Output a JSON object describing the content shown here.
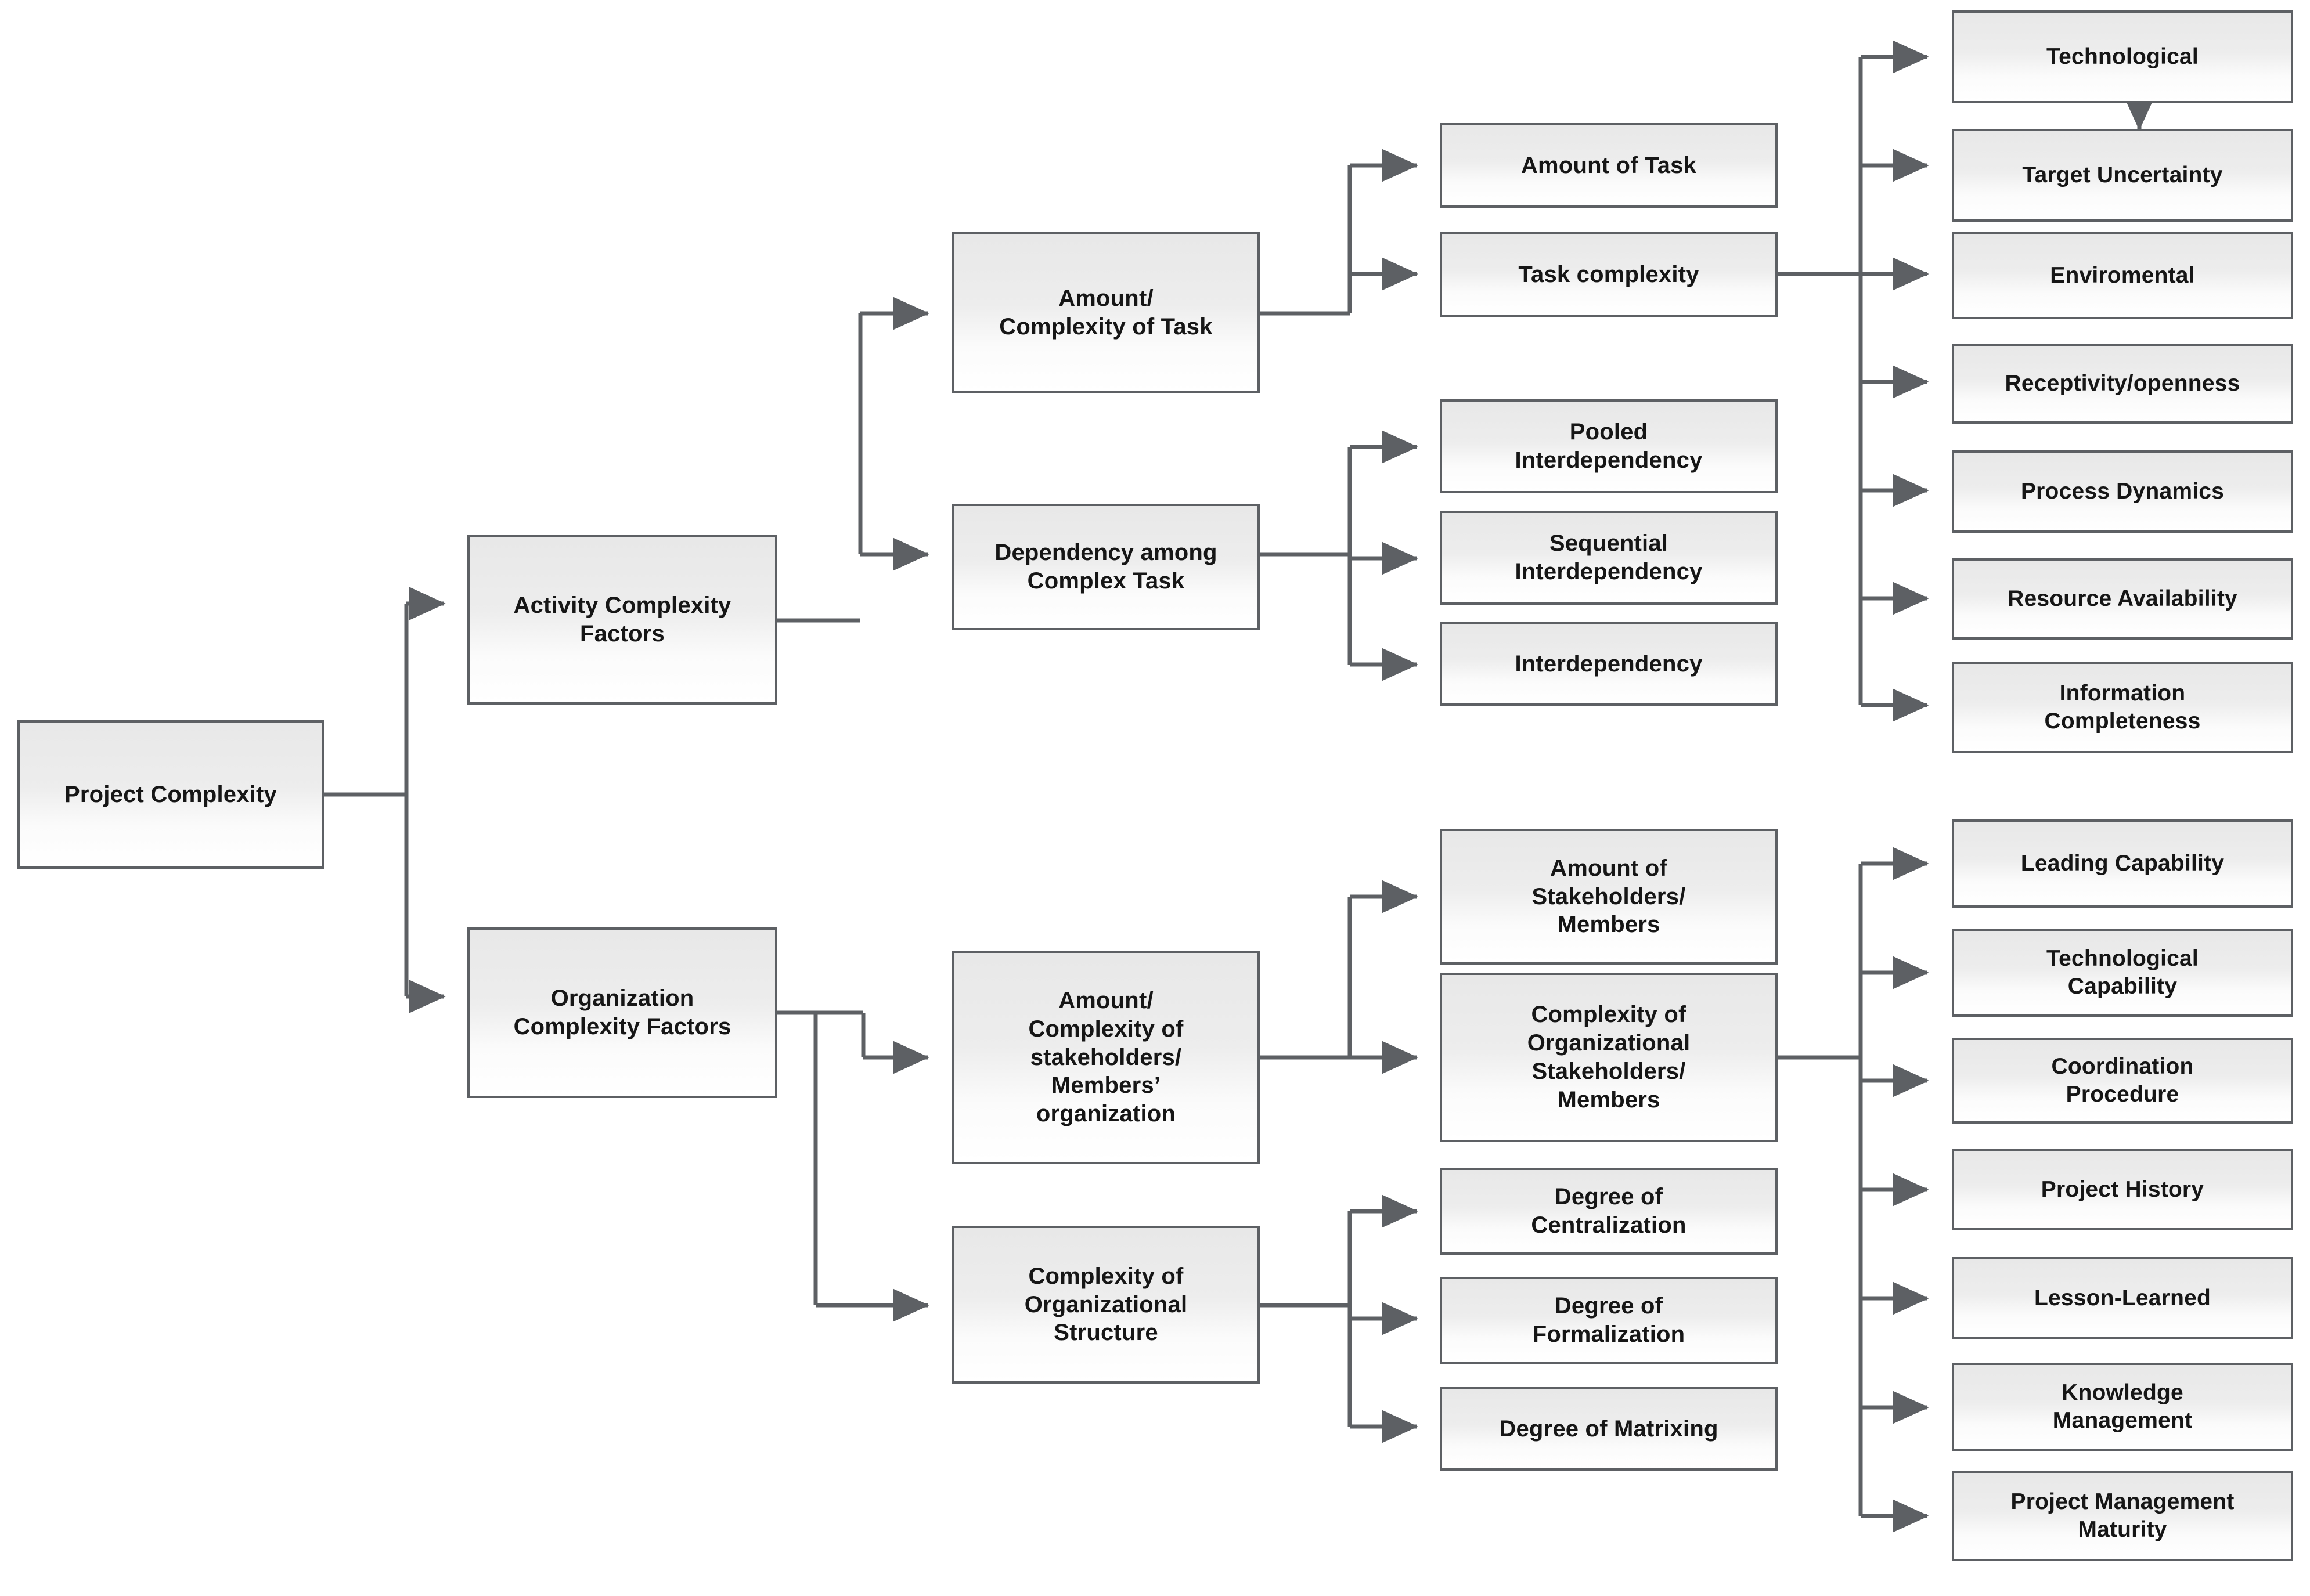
{
  "diagram": {
    "title": "Project Complexity",
    "type": "hierarchical-tree-diagram",
    "orientation": "left-to-right",
    "colors": {
      "node_border": "#5d6064",
      "node_fill_top": "#e8e8e8",
      "node_fill_bottom": "#ffffff",
      "connector": "#5d6064",
      "text": "#161616",
      "background": "#ffffff"
    }
  },
  "nodes": {
    "root": {
      "label": "Project Complexity"
    },
    "level2": [
      {
        "id": "activity",
        "label": "Activity Complexity\nFactors"
      },
      {
        "id": "organization",
        "label": "Organization\nComplexity Factors"
      }
    ],
    "level3": [
      {
        "id": "amount-task",
        "label": "Amount/\nComplexity of Task",
        "parent": "activity"
      },
      {
        "id": "dependency-task",
        "label": "Dependency among\nComplex Task",
        "parent": "activity"
      },
      {
        "id": "amount-stakeholders",
        "label": "Amount/\nComplexity of\nstakeholders/\nMembers’\norganization",
        "parent": "organization"
      },
      {
        "id": "complexity-org-structure",
        "label": "Complexity of\nOrganizational\nStructure",
        "parent": "organization"
      }
    ],
    "level4": [
      {
        "id": "amount-of-task",
        "label": "Amount of Task",
        "parent": "amount-task"
      },
      {
        "id": "task-complexity",
        "label": "Task complexity",
        "parent": "amount-task"
      },
      {
        "id": "pooled-interdependency",
        "label": "Pooled\nInterdependency",
        "parent": "dependency-task"
      },
      {
        "id": "sequential-interdependency",
        "label": "Sequential\nInterdependency",
        "parent": "dependency-task"
      },
      {
        "id": "interdependency",
        "label": "Interdependency",
        "parent": "dependency-task"
      },
      {
        "id": "amount-of-stakeholders",
        "label": "Amount of\nStakeholders/\nMembers",
        "parent": "amount-stakeholders"
      },
      {
        "id": "complexity-of-org-stakeholders",
        "label": "Complexity of\nOrganizational\nStakeholders/\nMembers",
        "parent": "amount-stakeholders"
      },
      {
        "id": "degree-centralization",
        "label": "Degree of\nCentralization",
        "parent": "complexity-org-structure"
      },
      {
        "id": "degree-formalization",
        "label": "Degree of\nFormalization",
        "parent": "complexity-org-structure"
      },
      {
        "id": "degree-matrixing",
        "label": "Degree of Matrixing",
        "parent": "complexity-org-structure"
      }
    ],
    "level5_task_complexity": [
      {
        "id": "technological",
        "label": "Technological"
      },
      {
        "id": "target-uncertainty",
        "label": "Target Uncertainty"
      },
      {
        "id": "enviromental",
        "label": "Enviromental"
      },
      {
        "id": "receptivity-openness",
        "label": "Receptivity/openness"
      },
      {
        "id": "process-dynamics",
        "label": "Process Dynamics"
      },
      {
        "id": "resource-availability",
        "label": "Resource Availability"
      },
      {
        "id": "information-completeness",
        "label": "Information\nCompleteness"
      }
    ],
    "level5_org_stakeholders": [
      {
        "id": "leading-capability",
        "label": "Leading Capability"
      },
      {
        "id": "technological-capability",
        "label": "Technological\nCapability"
      },
      {
        "id": "coordination-procedure",
        "label": "Coordination\nProcedure"
      },
      {
        "id": "project-history",
        "label": "Project History"
      },
      {
        "id": "lesson-learned",
        "label": "Lesson-Learned"
      },
      {
        "id": "knowledge-management",
        "label": "Knowledge\nManagement"
      },
      {
        "id": "project-management-maturity",
        "label": "Project Management\nMaturity"
      }
    ]
  },
  "extra_edges": [
    {
      "from": "technological",
      "to": "target-uncertainty",
      "style": "vertical-arrow"
    }
  ]
}
